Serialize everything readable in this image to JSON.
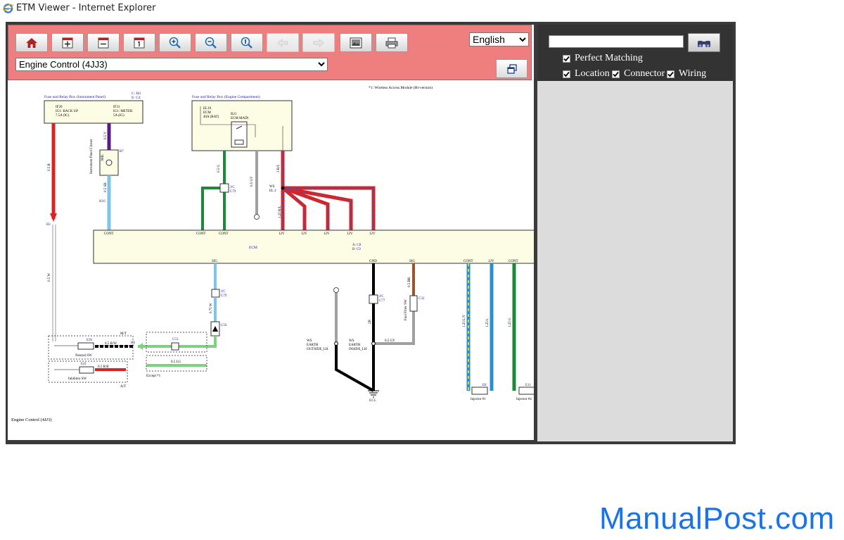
{
  "window": {
    "title": "ETM Viewer - Internet Explorer"
  },
  "toolbar": {
    "buttons": [
      {
        "name": "home-button",
        "icon": "home-icon",
        "enabled": true
      },
      {
        "name": "expand-button",
        "icon": "plus-box-icon",
        "enabled": true
      },
      {
        "name": "collapse-button",
        "icon": "minus-box-icon",
        "enabled": true
      },
      {
        "name": "page-button",
        "icon": "page-one-icon",
        "enabled": true
      },
      {
        "name": "zoom-in-button",
        "icon": "zoom-in-icon",
        "enabled": true
      },
      {
        "name": "zoom-out-button",
        "icon": "zoom-out-icon",
        "enabled": true
      },
      {
        "name": "zoom-fit-button",
        "icon": "zoom-fit-icon",
        "enabled": true
      },
      {
        "name": "back-button",
        "icon": "arrow-left-icon",
        "enabled": false
      },
      {
        "name": "forward-button",
        "icon": "arrow-right-icon",
        "enabled": false
      },
      {
        "name": "save-button",
        "icon": "save-image-icon",
        "enabled": true
      },
      {
        "name": "print-button",
        "icon": "printer-icon",
        "enabled": true
      }
    ],
    "language": {
      "selected": "English",
      "options": [
        "English"
      ]
    },
    "document": {
      "selected": "Engine Control (4JJ3)",
      "options": [
        "Engine Control (4JJ3)"
      ]
    },
    "new_window_icon": "new-window-icon"
  },
  "search": {
    "placeholder": "",
    "value": "",
    "find_icon": "binoculars-icon",
    "options": [
      {
        "label": "Perfect Matching",
        "checked": true
      },
      {
        "label": "Location",
        "checked": true
      },
      {
        "label": "Connector",
        "checked": true
      },
      {
        "label": "Wiring",
        "checked": true
      }
    ]
  },
  "diagram": {
    "footer_title": "Engine Control (4JJ3)",
    "note": "*1: Wireless Access Module (Hi-version)",
    "colors": {
      "red": "#e02020",
      "purple": "#5a1a8a",
      "lightblue": "#7ec4e8",
      "green": "#1a8a3a",
      "gray": "#a0a0a0",
      "black": "#000000",
      "lightgreen": "#7fd07f",
      "brown": "#a0522d",
      "blue": "#2a8fd0",
      "yellow": "#e8d21c",
      "box_fill": "#fdfde5",
      "ecm_fill": "#fdfde5"
    },
    "fuse_box_ip": {
      "title": "Fuse and Relay Box (Instrument Panel)",
      "conn": [
        "C: H2",
        "E: C4"
      ],
      "fuse1": [
        "IF20",
        "IG1: BACK UP",
        "7.5A (IG)"
      ],
      "fuse2": [
        "IF31",
        "IG1: METER",
        "5A (IG)"
      ]
    },
    "fuse_box_ec": {
      "title": "Fuse and Relay Box (Engine Compartment)",
      "fuse": [
        "EL10",
        "ECM",
        "40A (BAT)"
      ],
      "relay": [
        "R21",
        "ECM MAIN"
      ]
    },
    "ecm_label": "ECM",
    "ecm_conn": [
      "A: C8",
      "B: C9"
    ],
    "labels": {
      "mil": "MIL",
      "meter": "Instrument Panel Cluster",
      "jc79": [
        "J/C",
        "C79"
      ],
      "jc77": [
        "J/C",
        "C77"
      ],
      "ws_el2": [
        "WS",
        "EL 2"
      ],
      "neutral_sw": "Neutral SW",
      "inhibitor_sw": "Inhibitor SW",
      "mt": "M/T",
      "at": "A/T",
      "except": "Except *1",
      "ground": "ECL",
      "ws_earth_out": [
        "WS",
        "EARTH",
        "OUTSIDE_LH"
      ],
      "ws_earth_in": [
        "WS",
        "EARTH",
        "INSIDE_LH"
      ],
      "fuel_filter": "Fuel Filter SW",
      "injector1": "Injector #1",
      "injector4": "Injector #4",
      "cont": "CONT",
      "sig": "SIG",
      "gnd": "GND",
      "v12": "12V"
    },
    "wires": {
      "w_05r": "0.5 R",
      "w_05v": "0.5 V",
      "w_05sb": "0.5 SB",
      "w_05w": "0.5 W",
      "w_05g": "0.5 G",
      "w_05gy": "0.5 GY",
      "w_3rl": "3 R/L",
      "w_125rl": "1.25 R/L",
      "w_05lg": "0.5 LG",
      "w_05bw": "0.5 B/W",
      "w_05rb": "0.5 R/B",
      "w_05br": "0.5 BR",
      "w_3b": "3B",
      "w_2b": "2B",
      "w_125ly": "1.25 L/Y",
      "w_125l": "1.25 L",
      "w_125g": "1.25 G",
      "w_075w": "0.75 W"
    },
    "conns": {
      "b7": "B7",
      "h16": "H16",
      "h1": "H1",
      "h2": "H2",
      "e36": "E36",
      "e41": "E41",
      "c53": "C53",
      "h2b": "H2",
      "c56": "C56",
      "c32": "C32",
      "e8": "E8",
      "e11": "E11"
    }
  },
  "watermark": "ManualPost.com"
}
